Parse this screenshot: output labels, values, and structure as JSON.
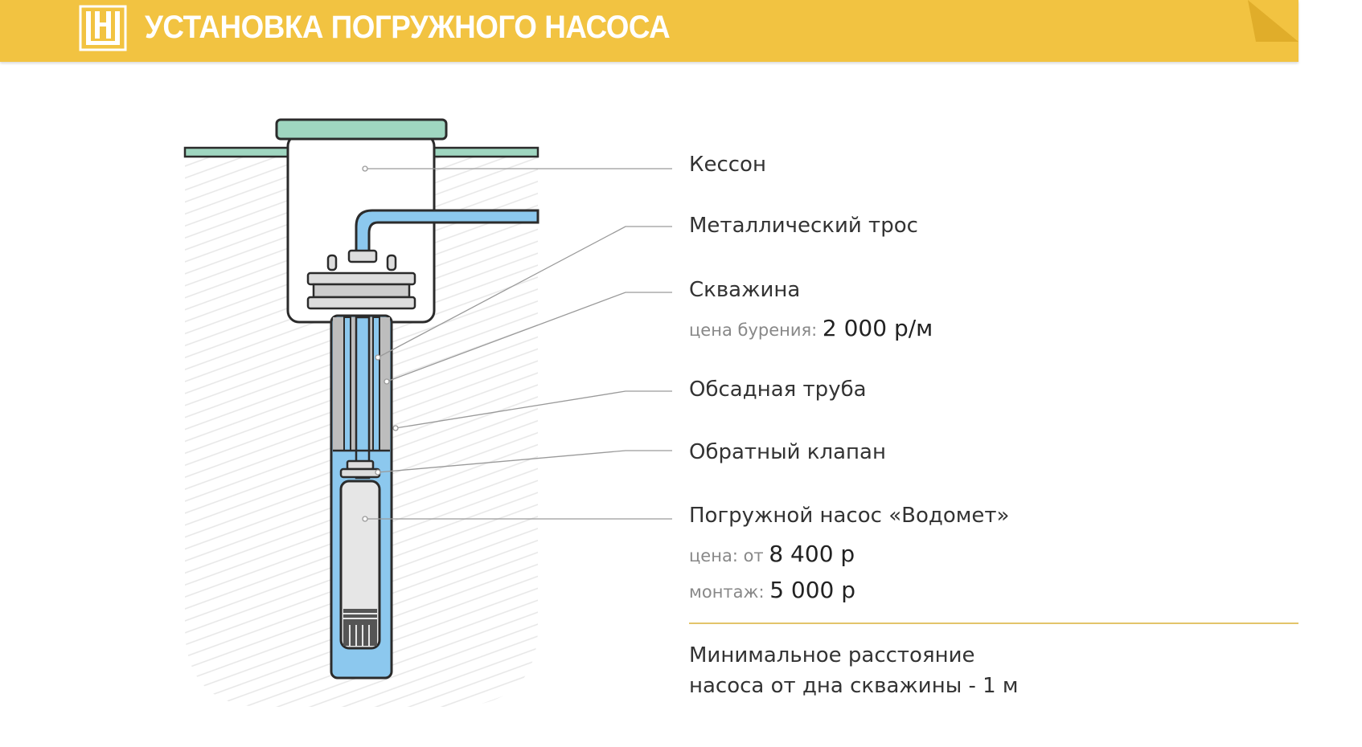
{
  "header": {
    "title": "УСТАНОВКА ПОГРУЖНОГО НАСОСА",
    "logo": "logo-icon"
  },
  "labels": {
    "caisson": "Кессон",
    "cable": "Металлический трос",
    "well": "Скважина",
    "well_price_label": "цена бурения:",
    "well_price_value": "2 000 р/м",
    "casing": "Обсадная труба",
    "check_valve": "Обратный клапан",
    "pump": "Погружной насос «Водомет»",
    "pump_price_label": "цена: от",
    "pump_price_value": "8 400 р",
    "install_label": "монтаж:",
    "install_value": "5 000 р"
  },
  "note": {
    "line1": "Минимальное расстояние",
    "line2": "насоса от дна скважины - 1 м"
  },
  "colors": {
    "banner": "#f2c341",
    "lid": "#9fd6c0",
    "water": "#8cc8ee",
    "casing": "#bdbdbd",
    "divider": "#e3c46a"
  }
}
